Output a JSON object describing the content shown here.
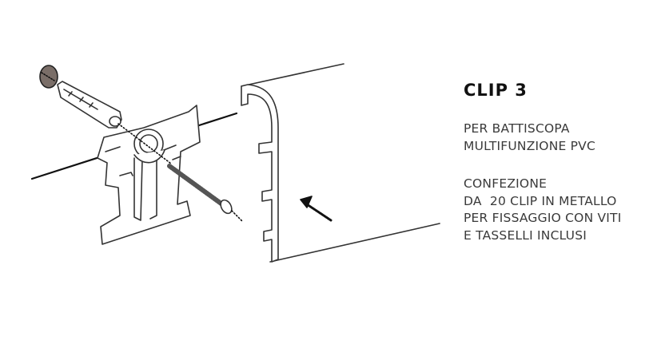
{
  "product": {
    "title": "CLIP 3",
    "description_lines": [
      "PER BATTISCOPA",
      "MULTIFUNZIONE PVC"
    ],
    "package_lines": [
      "CONFEZIONE",
      "DA  20 CLIP IN METALLO",
      "PER FISSAGGIO CON VITI",
      "E TASSELLI INCLUSI"
    ]
  },
  "colors": {
    "ink": "#3a3a3a",
    "disc": "#7a6e68"
  }
}
